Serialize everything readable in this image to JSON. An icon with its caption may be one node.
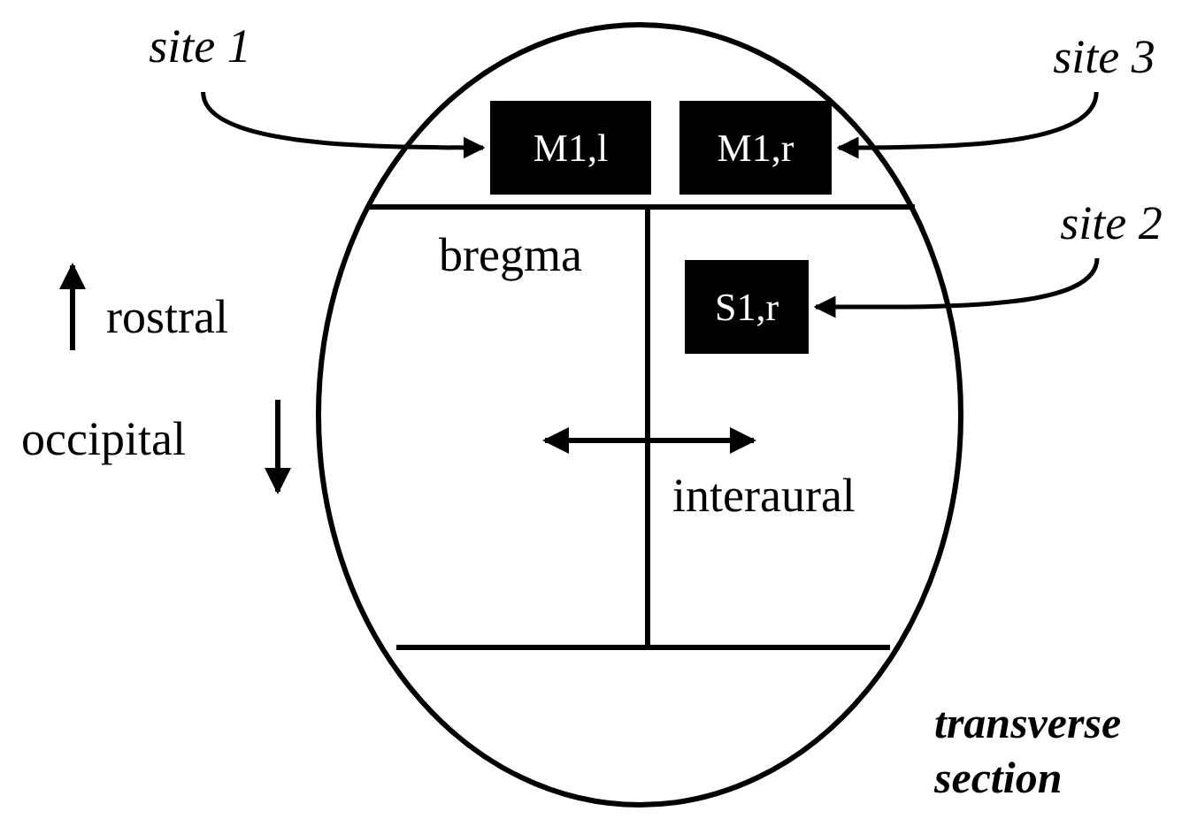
{
  "diagram": {
    "nodes": [
      {
        "text": [],
        "shape": "ellipse"
      },
      {
        "text": [
          "M1,l"
        ],
        "in": 0
      },
      {
        "text": [
          "M1,r"
        ],
        "in": 0
      },
      {
        "text": [
          "S1,r"
        ],
        "in": 0
      },
      {
        "text": [
          "site 1"
        ]
      },
      {
        "text": [
          "site 3"
        ]
      },
      {
        "text": [
          "site 2"
        ]
      }
    ],
    "edges": [
      {
        "from": 4,
        "to": 1,
        "arrow": "to"
      },
      {
        "from": 5,
        "to": 2,
        "arrow": "to"
      },
      {
        "from": 6,
        "to": 3,
        "arrow": "to"
      }
    ],
    "labels": [
      "bregma",
      "rostral",
      "occipital",
      "interaural",
      "transverse section"
    ]
  }
}
